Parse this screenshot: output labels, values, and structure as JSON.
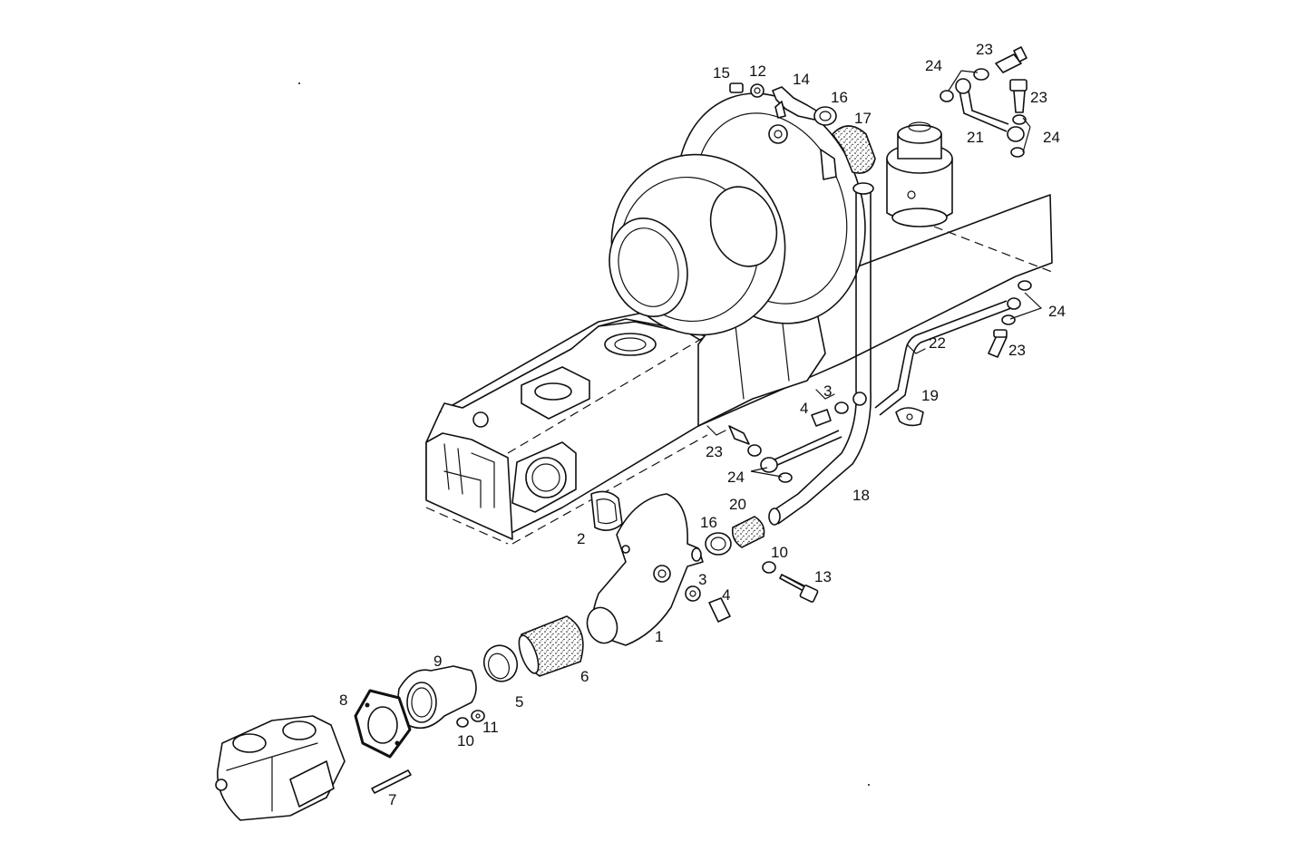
{
  "diagram": {
    "labels": {
      "p1": "1",
      "p2": "2",
      "p3a": "3",
      "p3b": "3",
      "p4a": "4",
      "p4b": "4",
      "p5": "5",
      "p6": "6",
      "p7": "7",
      "p8": "8",
      "p9": "9",
      "p10a": "10",
      "p10b": "10",
      "p11": "11",
      "p12": "12",
      "p13": "13",
      "p14": "14",
      "p15": "15",
      "p16a": "16",
      "p16b": "16",
      "p17": "17",
      "p18": "18",
      "p19": "19",
      "p20": "20",
      "p21": "21",
      "p22": "22",
      "p23a": "23",
      "p23b": "23",
      "p23c": "23",
      "p23d": "23",
      "p24a": "24",
      "p24b": "24",
      "p24c": "24",
      "p24d": "24"
    }
  }
}
